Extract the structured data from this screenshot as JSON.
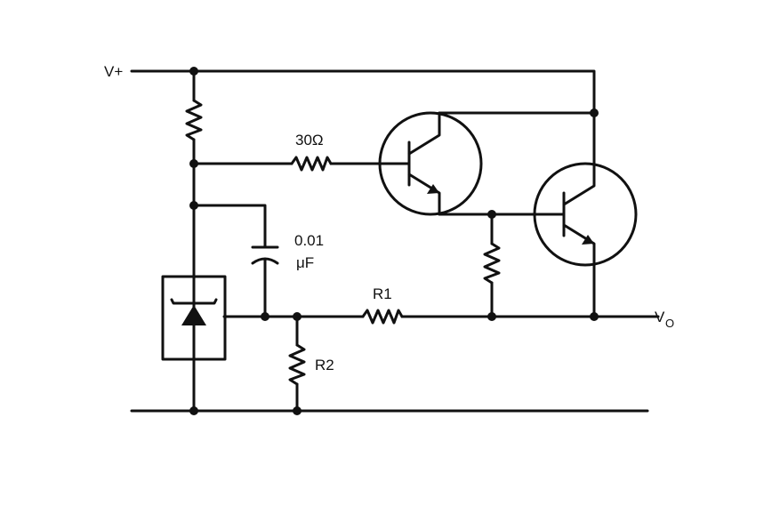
{
  "labels": {
    "vplus": "V+",
    "resistor_30": "30Ω",
    "cap_value": "0.01",
    "cap_unit": "μF",
    "r1": "R1",
    "r2": "R2",
    "vo_main": "V",
    "vo_sub": "O"
  },
  "colors": {
    "ink": "#111111",
    "background": "#ffffff"
  }
}
